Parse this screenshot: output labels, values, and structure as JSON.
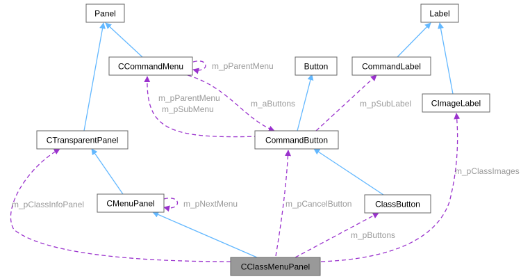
{
  "nodes": {
    "panel": "Panel",
    "label": "Label",
    "ccommandmenu": "CCommandMenu",
    "button": "Button",
    "commandlabel": "CommandLabel",
    "cimagelabel": "CImageLabel",
    "ctransparentpanel": "CTransparentPanel",
    "commandbutton": "CommandButton",
    "cmenupanel": "CMenuPanel",
    "classbutton": "ClassButton",
    "cclassmenupanel": "CClassMenuPanel"
  },
  "edge_labels": {
    "parent_menu_self": "m_pParentMenu",
    "parent_menu": "m_pParentMenu",
    "sub_menu": "m_pSubMenu",
    "a_buttons": "m_aButtons",
    "sub_label": "m_pSubLabel",
    "class_images": "m_pClassImages",
    "class_info_panel": "m_pClassInfoPanel",
    "next_menu": "m_pNextMenu",
    "cancel_button": "m_pCancelButton",
    "buttons": "m_pButtons"
  },
  "colors": {
    "inheritance_edge": "#63b8ff",
    "usage_edge": "#9a32cd",
    "edge_label_text": "#9a9a9a",
    "focus_node_fill": "#999999"
  }
}
